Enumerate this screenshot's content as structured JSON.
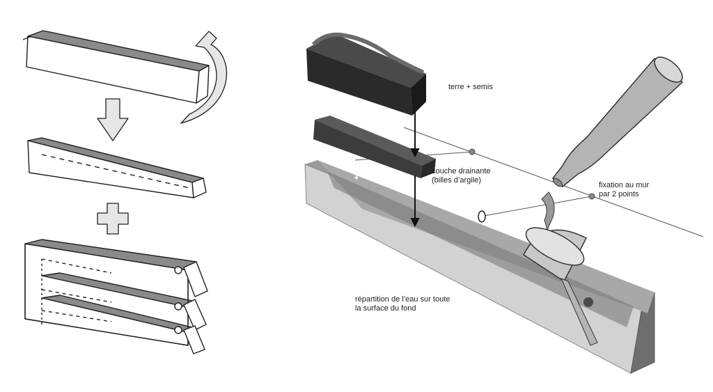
{
  "labels": {
    "soil": "terre + semis",
    "drainage": [
      "couche drainante",
      "(billes d’argile)"
    ],
    "wall_mount": [
      "fixation au mur",
      "par 2 points"
    ],
    "water": [
      "répartition de l’eau sur toute",
      "la surface du fond"
    ]
  },
  "colors": {
    "line": "#1e1e1e",
    "gutter_light": "#d2d2d2",
    "gutter_dark": "#6e6e6e",
    "soil": "#2a2a2a",
    "pebbles": "#3c3c3c",
    "arrow_fill": "#e6e6e6",
    "bottle": "#b4b4b4",
    "sketch_shade": "#8a8a8a"
  },
  "icons": [
    "rotate-arrow-icon",
    "down-arrow-icon",
    "plus-icon",
    "bottle-icon",
    "funnel-icon"
  ]
}
